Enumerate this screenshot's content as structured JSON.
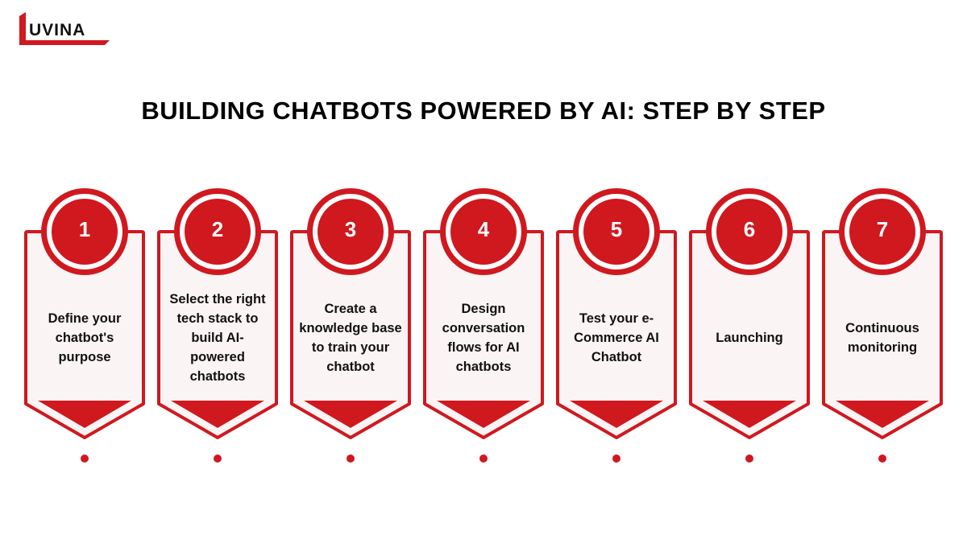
{
  "brand": {
    "logo_text": "UVINA",
    "accent": "#d0181f"
  },
  "title": "BUILDING CHATBOTS POWERED BY AI: STEP BY STEP",
  "steps": [
    {
      "number": "1",
      "label": "Define your chatbot's purpose"
    },
    {
      "number": "2",
      "label": "Select the right tech stack to build AI-powered chatbots"
    },
    {
      "number": "3",
      "label": "Create a knowledge base to train your chatbot"
    },
    {
      "number": "4",
      "label": "Design conversation flows for AI chatbots"
    },
    {
      "number": "5",
      "label": "Test your e-Commerce AI Chatbot"
    },
    {
      "number": "6",
      "label": "Launching"
    },
    {
      "number": "7",
      "label": "Continuous monitoring"
    }
  ]
}
